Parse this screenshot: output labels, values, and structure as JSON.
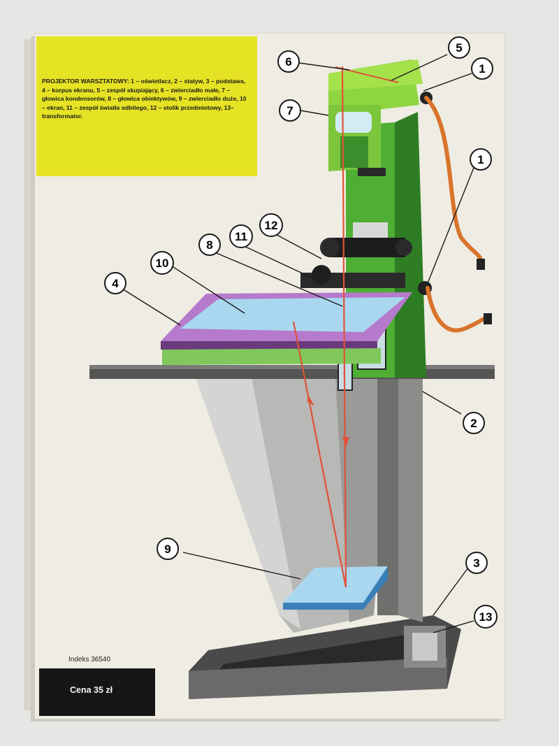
{
  "caption": {
    "heading": "PROJEKTOR WARSZTATOWY:",
    "text": "1 – oświetlacz, 2 – statyw, 3 – podstawa, 4 – korpus ekranu, 5 – zespół skupiający, 6 – zwierciadło małe, 7 – głowica kondensorów, 8 – głowica obiektywów, 9 – zwierciadło duże, 10 – ekran, 11 – zespół światła odbitego, 12 – stolik przedmiotowy, 13– transformator."
  },
  "callouts": [
    "1",
    "1",
    "2",
    "3",
    "4",
    "5",
    "6",
    "7",
    "8",
    "9",
    "10",
    "11",
    "12",
    "13"
  ],
  "footer": {
    "indeks": "Indeks 36540",
    "price": "Cena 35 zł"
  },
  "colors": {
    "caption_box": "#e6e224",
    "machine_green": "#4fae34",
    "screen_purple": "#b57acb",
    "screen_blue": "#a9d7ef",
    "light_ray": "#e0523a",
    "cable_orange": "#d8742c",
    "price_box": "#161616"
  }
}
